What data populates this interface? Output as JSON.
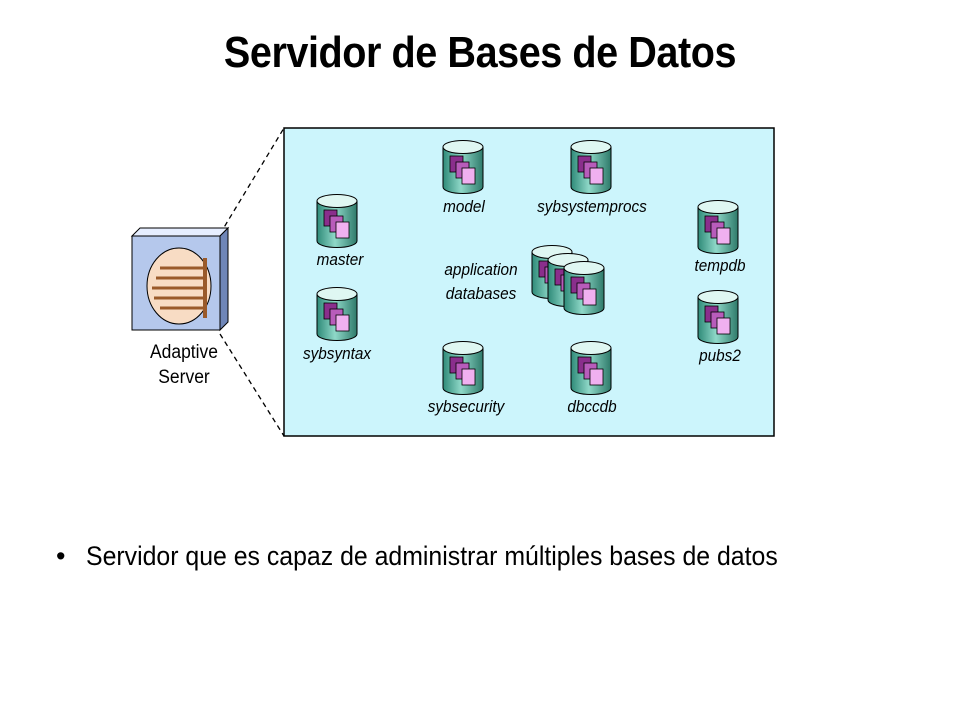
{
  "slide": {
    "title": "Servidor de Bases de Datos",
    "bullet_symbol": "•",
    "bullet_text": "Servidor que es capaz de administrar múltiples bases de datos"
  },
  "server": {
    "label_line1": "Adaptive",
    "label_line2": "Server",
    "icon": "server-icon"
  },
  "databases": {
    "master": "master",
    "sybsyntax": "sybsyntax",
    "model": "model",
    "sybsystemprocs": "sybsystemprocs",
    "application_line1": "application",
    "application_line2": "databases",
    "sybsecurity": "sybsecurity",
    "dbccdb": "dbccdb",
    "tempdb": "tempdb",
    "pubs2": "pubs2"
  },
  "colors": {
    "panel_fill": "#ccf5fc",
    "cylinder_body": "#5cb8a8",
    "document_purple": "#8a2e8c",
    "document_pink": "#f0b0f0",
    "server_face": "#b5c8ec",
    "disk_face": "#f8dcc4",
    "disk_stripe": "#9a5a2a"
  }
}
